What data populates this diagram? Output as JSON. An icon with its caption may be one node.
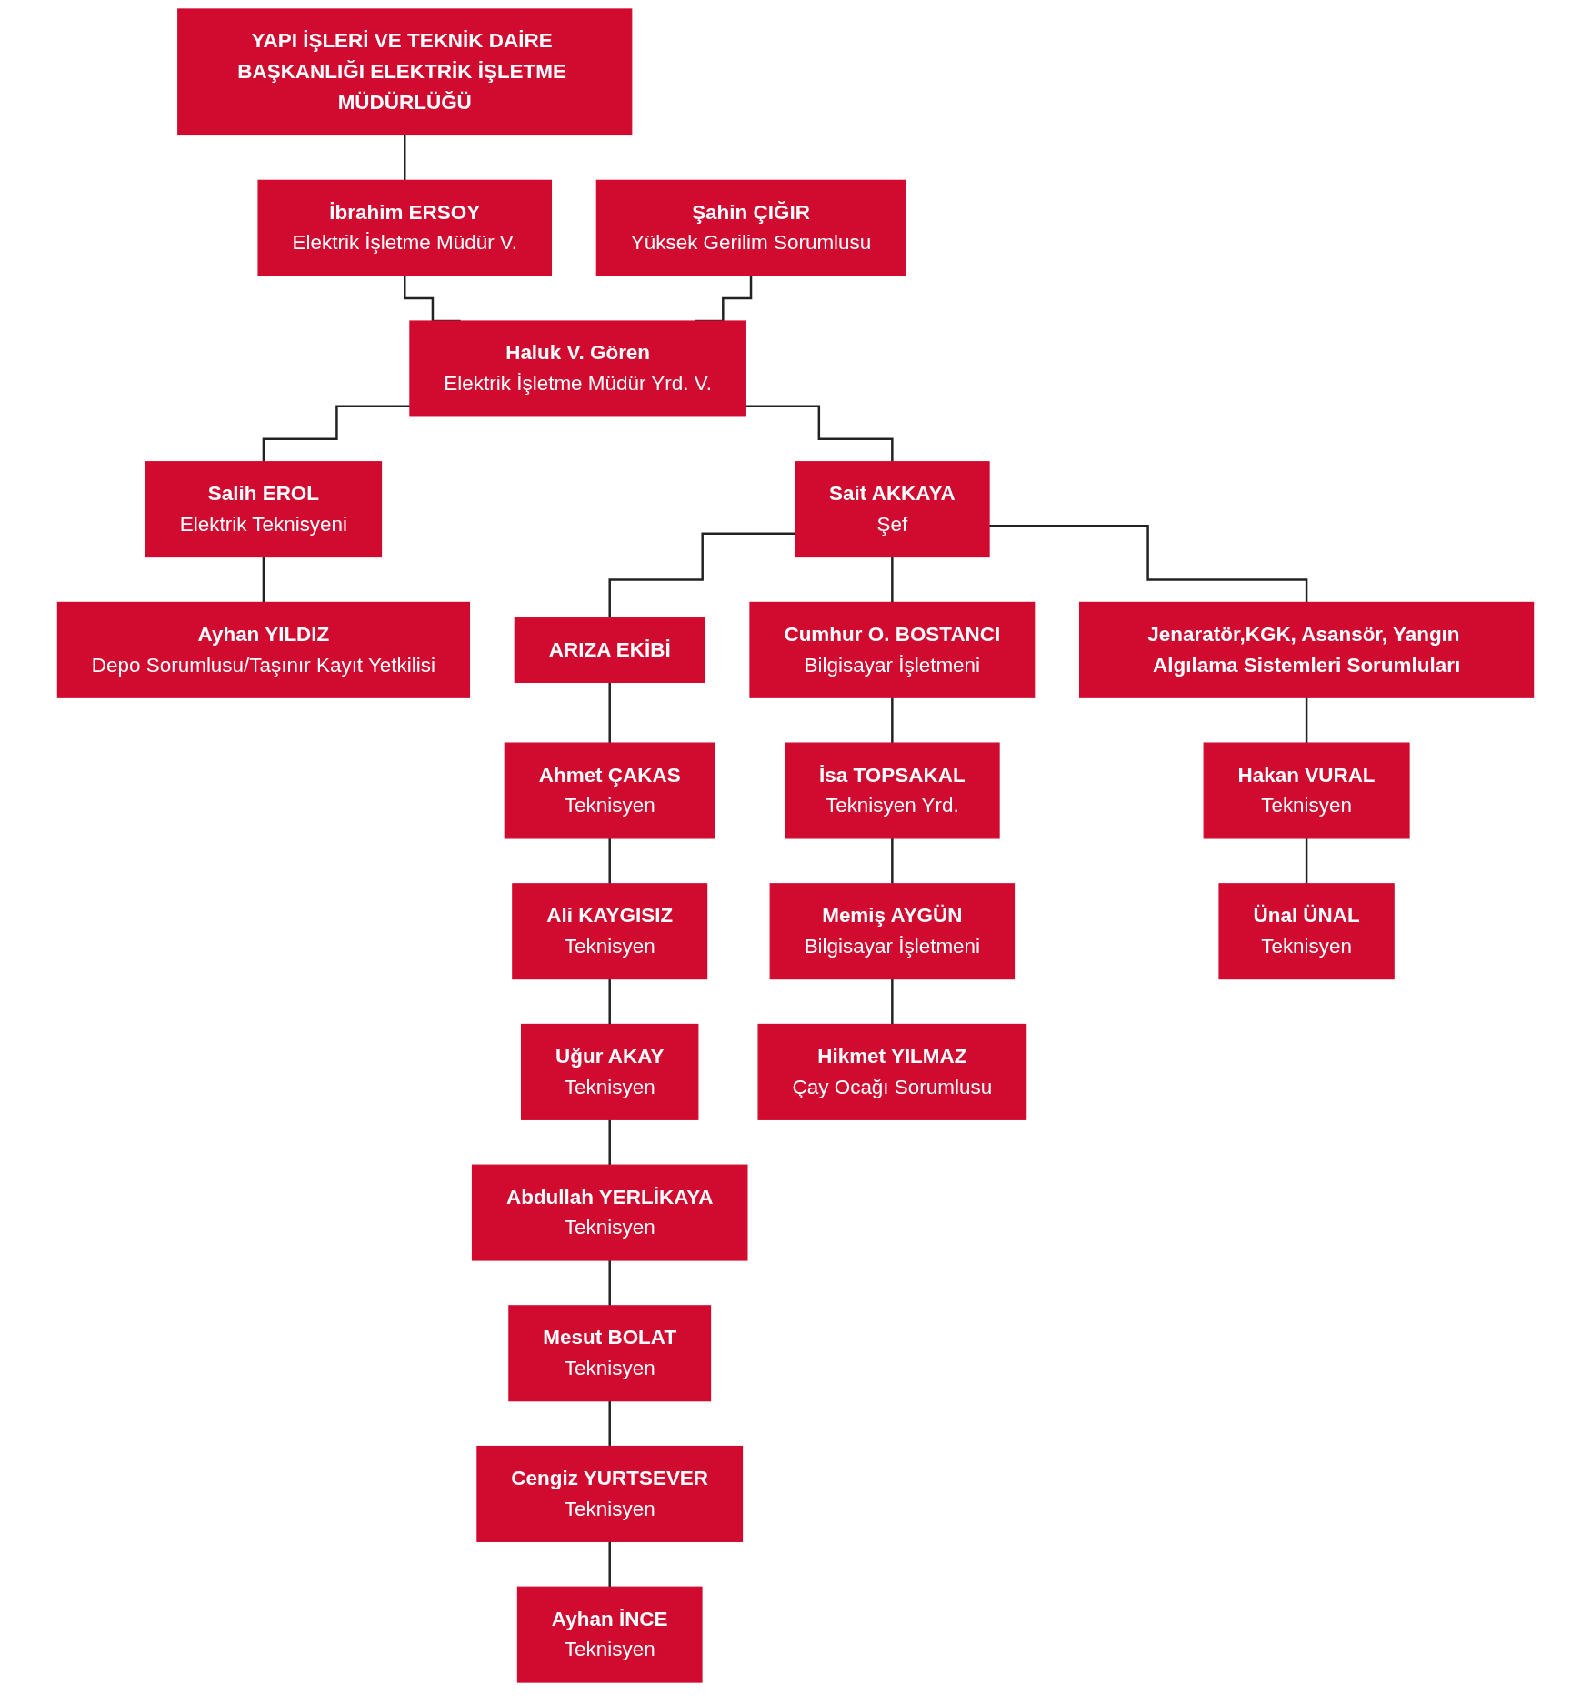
{
  "diagram": {
    "nodes": [
      {
        "text": [
          "YAPI İŞLERİ VE TEKNİK DAİRE BAŞKANLIĞI ELEKTRİK İŞLETME MÜDÜRLÜĞÜ"
        ]
      },
      {
        "text": [
          "İbrahim ERSOY",
          "Elektrik İşletme Müdür V."
        ]
      },
      {
        "text": [
          "Şahin ÇIĞIR",
          "Yüksek Gerilim Sorumlusu"
        ]
      },
      {
        "text": [
          "Haluk V. Gören",
          "Elektrik İşletme Müdür Yrd. V."
        ]
      },
      {
        "text": [
          "Salih EROL",
          "Elektrik Teknisyeni"
        ]
      },
      {
        "text": [
          "Ayhan YILDIZ",
          "Depo Sorumlusu/Taşınır Kayıt Yetkilisi"
        ]
      },
      {
        "text": [
          "Sait AKKAYA",
          "Şef"
        ]
      },
      {
        "text": [
          "ARIZA EKİBİ"
        ]
      },
      {
        "text": [
          "Cumhur O. BOSTANCI",
          "Bilgisayar İşletmeni"
        ]
      },
      {
        "text": [
          "Jenaratör,KGK, Asansör, Yangın Algılama Sistemleri Sorumluları"
        ]
      },
      {
        "text": [
          "Ahmet ÇAKAS",
          "Teknisyen"
        ]
      },
      {
        "text": [
          "İsa TOPSAKAL",
          "Teknisyen Yrd."
        ]
      },
      {
        "text": [
          "Hakan VURAL",
          "Teknisyen"
        ]
      },
      {
        "text": [
          "Ali KAYGISIZ",
          "Teknisyen"
        ]
      },
      {
        "text": [
          "Memiş AYGÜN",
          "Bilgisayar İşletmeni"
        ]
      },
      {
        "text": [
          "Ünal ÜNAL",
          "Teknisyen"
        ]
      },
      {
        "text": [
          "Uğur AKAY",
          "Teknisyen"
        ]
      },
      {
        "text": [
          "Hikmet YILMAZ",
          "Çay Ocağı Sorumlusu"
        ]
      },
      {
        "text": [
          "Abdullah YERLİKAYA",
          "Teknisyen"
        ]
      },
      {
        "text": [
          "Mesut BOLAT",
          "Teknisyen"
        ]
      },
      {
        "text": [
          "Cengiz YURTSEVER",
          "Teknisyen"
        ]
      },
      {
        "text": [
          "Ayhan İNCE",
          "Teknisyen"
        ]
      }
    ],
    "edges": [
      {
        "from": 0,
        "to": 1,
        "arrow": "none"
      },
      {
        "from": 1,
        "to": 3,
        "arrow": "none"
      },
      {
        "from": 2,
        "to": 3,
        "arrow": "none"
      },
      {
        "from": 3,
        "to": 4,
        "arrow": "none"
      },
      {
        "from": 4,
        "to": 5,
        "arrow": "none"
      },
      {
        "from": 3,
        "to": 6,
        "arrow": "none"
      },
      {
        "from": 6,
        "to": 7,
        "arrow": "none"
      },
      {
        "from": 6,
        "to": 8,
        "arrow": "none"
      },
      {
        "from": 6,
        "to": 9,
        "arrow": "none"
      },
      {
        "from": 7,
        "to": 10,
        "arrow": "none"
      },
      {
        "from": 10,
        "to": 13,
        "arrow": "none"
      },
      {
        "from": 13,
        "to": 16,
        "arrow": "none"
      },
      {
        "from": 16,
        "to": 18,
        "arrow": "none"
      },
      {
        "from": 18,
        "to": 19,
        "arrow": "none"
      },
      {
        "from": 19,
        "to": 20,
        "arrow": "none"
      },
      {
        "from": 20,
        "to": 21,
        "arrow": "none"
      },
      {
        "from": 8,
        "to": 11,
        "arrow": "none"
      },
      {
        "from": 11,
        "to": 14,
        "arrow": "none"
      },
      {
        "from": 14,
        "to": 17,
        "arrow": "none"
      },
      {
        "from": 9,
        "to": 12,
        "arrow": "none"
      },
      {
        "from": 12,
        "to": 15,
        "arrow": "none"
      }
    ]
  }
}
